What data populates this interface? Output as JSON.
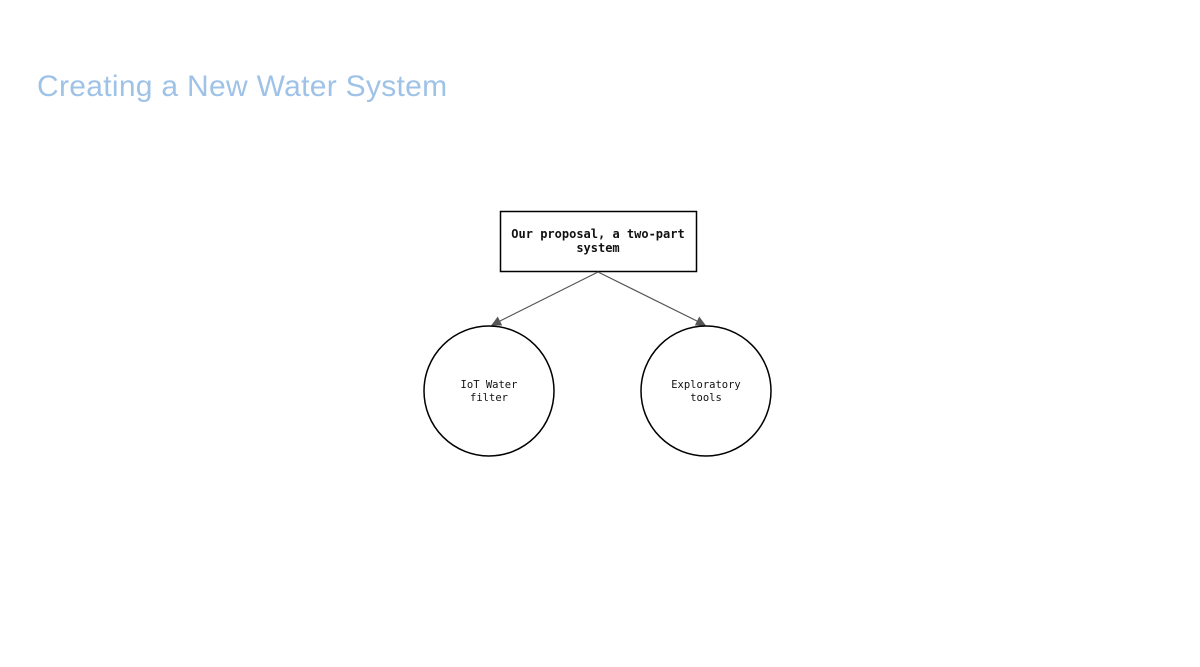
{
  "title": "Creating a New Water System",
  "diagram": {
    "root": {
      "line1": "Our proposal, a two-part",
      "line2": "system"
    },
    "children": [
      {
        "line1": "IoT Water",
        "line2": "filter"
      },
      {
        "line1": "Exploratory",
        "line2": "tools"
      }
    ],
    "colors": {
      "title": "#9fc2e7",
      "stroke": "#000000",
      "arrow": "#555555"
    }
  }
}
